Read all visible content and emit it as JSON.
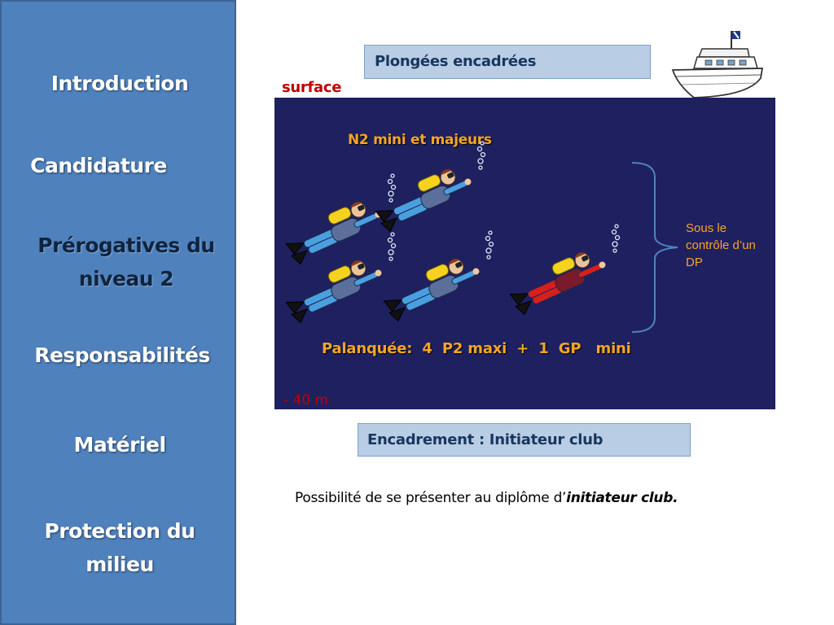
{
  "sidebar": {
    "items": [
      {
        "label_lines": [
          "Introduction"
        ],
        "active": false
      },
      {
        "label_lines": [
          "Candidature"
        ],
        "active": false
      },
      {
        "label_lines": [
          "Prérogatives du",
          "niveau 2"
        ],
        "active": true
      },
      {
        "label_lines": [
          "Responsabilités"
        ],
        "active": false
      },
      {
        "label_lines": [
          "Matériel"
        ],
        "active": false
      },
      {
        "label_lines": [
          "Protection du",
          "milieu"
        ],
        "active": false
      }
    ]
  },
  "slide": {
    "title": "Plongées encadrées",
    "surface_label": "surface",
    "depth_label": "- 40 m",
    "group_label": "N2 mini et majeurs",
    "palanquee_label": "Palanquée:  4  P2 maxi  +  1  GP   mini",
    "control_label": "Sous le contrôle d’un DP",
    "encadrement_label": "Encadrement : Initiateur club",
    "note_prefix": "Possibilité de se présenter au diplôme d’",
    "note_emphasis": "initiateur club."
  },
  "colors": {
    "sidebar": "#4f81bd",
    "water": "#1f2060",
    "accent_red": "#c00000",
    "label_orange": "#f5a623",
    "box_fill": "#b9cde5"
  },
  "icons": [
    "boat-icon",
    "diver-icon",
    "bubbles-icon",
    "bracket-icon"
  ]
}
